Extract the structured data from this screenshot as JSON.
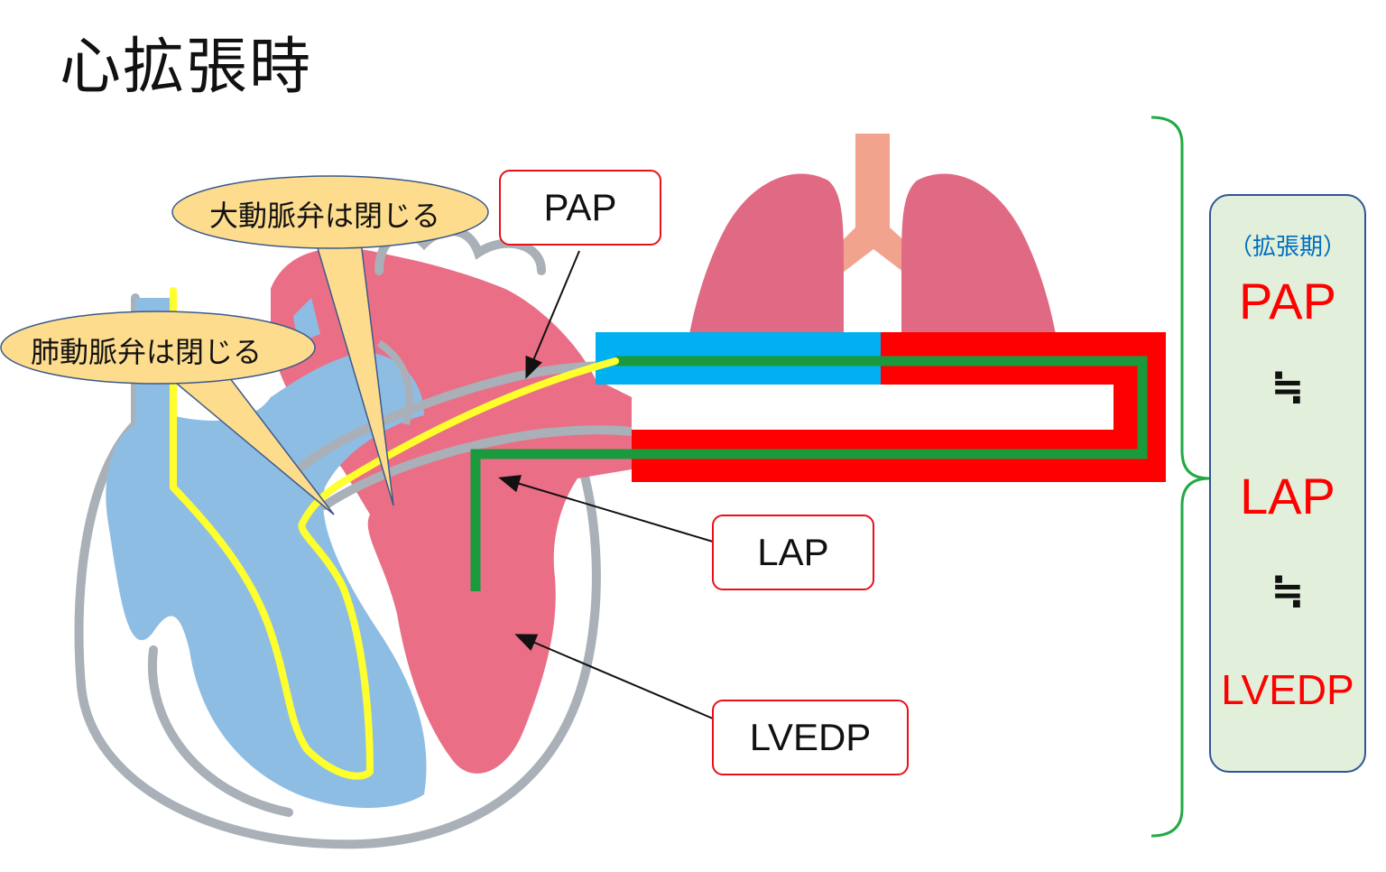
{
  "title": "心拡張時",
  "callouts": {
    "aortic_valve": "大動脈弁は閉じる",
    "pulmonary_valve": "肺動脈弁は閉じる"
  },
  "labels": {
    "pap": "PAP",
    "lap": "LAP",
    "lvedp": "LVEDP"
  },
  "summary": {
    "caption": "（拡張期）",
    "items": [
      "PAP",
      "≒",
      "LAP",
      "≒",
      "LVEDP"
    ]
  },
  "colors": {
    "right_heart": "#8ebde4",
    "left_heart": "#ea6f86",
    "lung": "#e06a83",
    "trachea": "#f2a38e",
    "catheter_yellow": "#ffff2e",
    "catheter_green": "#1a9a3c",
    "tube_blue": "#00b0f0",
    "tube_red": "#ff0000",
    "label_border": "#e8101a",
    "summary_bg": "#e2efda",
    "summary_border": "#2f5597",
    "brace": "#22aa44"
  }
}
